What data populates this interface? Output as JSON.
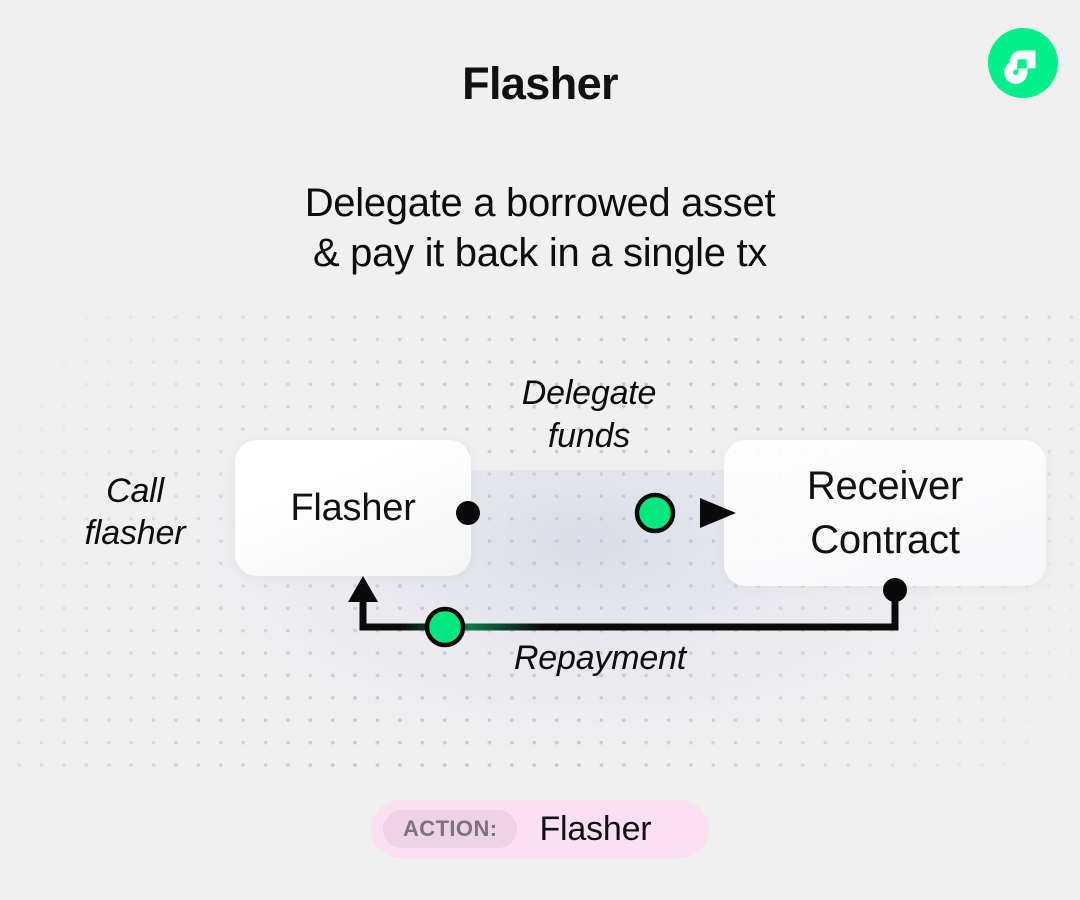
{
  "page": {
    "title": "Flasher",
    "subtitle_line1": "Delegate a borrowed asset",
    "subtitle_line2": "& pay it back in a single tx",
    "background_color": "#f0f0f0"
  },
  "logo": {
    "name": "flow-logo",
    "circle_color": "#00ef8b",
    "mark_color": "#ffffff"
  },
  "diagram": {
    "nodes": [
      {
        "id": "flasher",
        "label": "Flasher"
      },
      {
        "id": "receiver",
        "label_line1": "Receiver",
        "label_line2": "Contract"
      }
    ],
    "labels": {
      "call": "Call\nflasher",
      "call_line1": "Call",
      "call_line2": "flasher",
      "delegate_line1": "Delegate",
      "delegate_line2": "funds",
      "repayment": "Repayment"
    },
    "edges": [
      {
        "id": "delegate-funds",
        "from": "flasher",
        "to": "receiver",
        "label": "Delegate funds",
        "marker_color": "#05e67f",
        "line_color": "#0a0a0a"
      },
      {
        "id": "repayment",
        "from": "receiver",
        "to": "flasher",
        "label": "Repayment",
        "marker_color": "#05e67f",
        "line_color": "#0a0a0a"
      }
    ],
    "colors": {
      "accent_green": "#05e67f",
      "dot_black": "#0a0a0a",
      "grid_dot": "#c9c9cc"
    }
  },
  "action": {
    "tag_label": "ACTION:",
    "value": "Flasher",
    "bar_color": "#fbe0f3",
    "pill_color": "#eed2e6",
    "pill_text_color": "#7c7380"
  }
}
